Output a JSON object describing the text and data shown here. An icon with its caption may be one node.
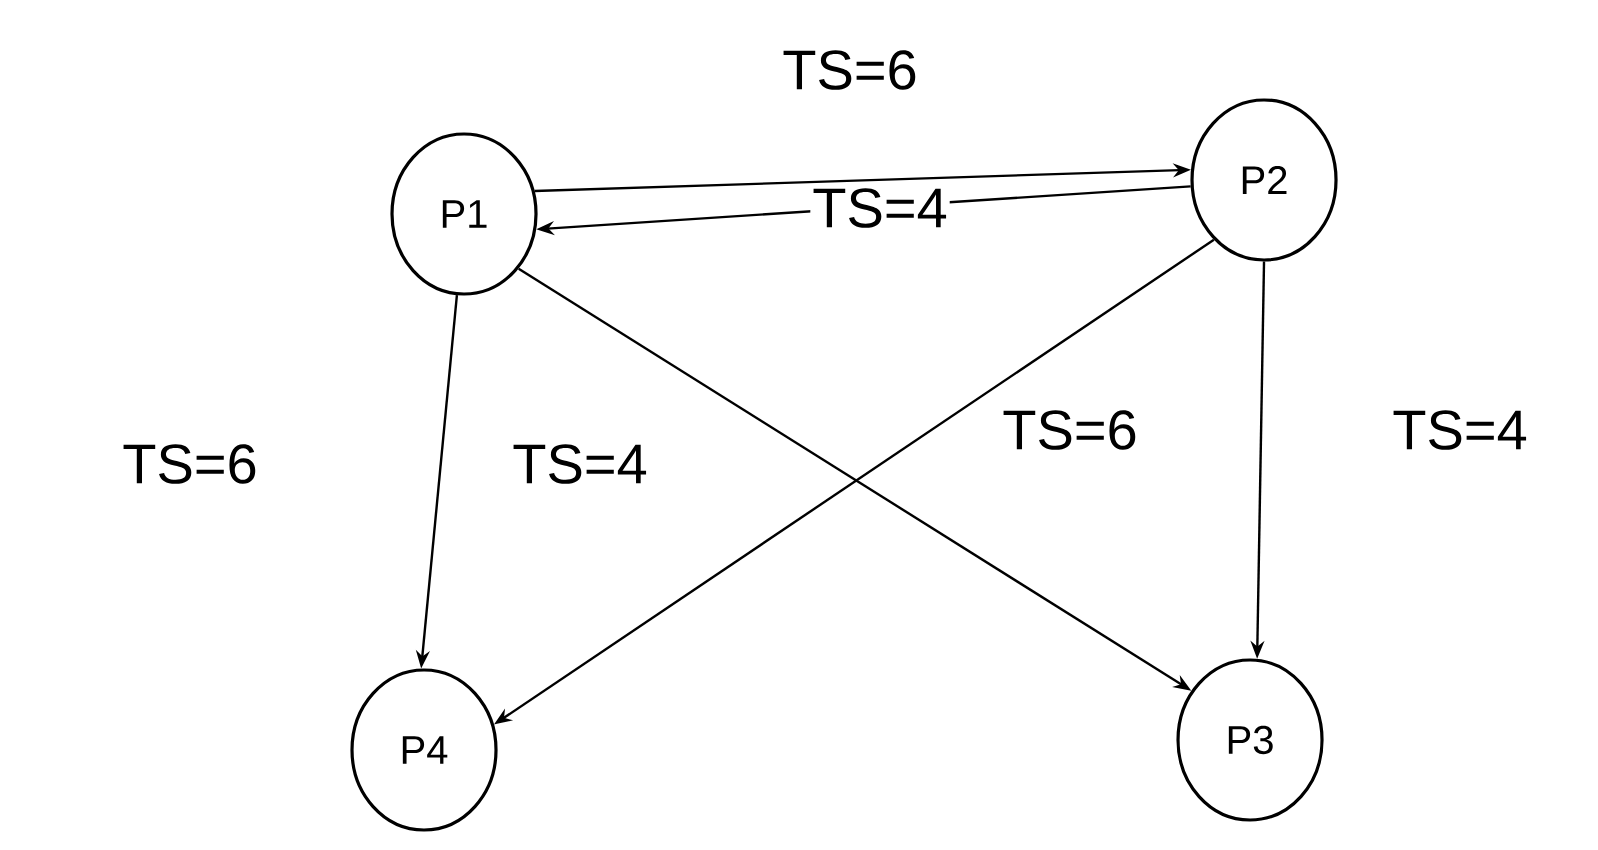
{
  "diagram": {
    "nodes": [
      {
        "text": [
          "P1"
        ]
      },
      {
        "text": [
          "P2"
        ]
      },
      {
        "text": [
          "P4"
        ]
      },
      {
        "text": [
          "P3"
        ]
      }
    ],
    "edges": [
      {
        "from": 0,
        "to": 1,
        "arrow": "to",
        "label": "TS=6"
      },
      {
        "from": 1,
        "to": 0,
        "arrow": "to",
        "label": "TS=4"
      },
      {
        "from": 0,
        "to": 2,
        "arrow": "to",
        "label": "TS=6"
      },
      {
        "from": 0,
        "to": 3,
        "arrow": "to",
        "label": "TS=4"
      },
      {
        "from": 1,
        "to": 2,
        "arrow": "to",
        "label": "TS=6"
      },
      {
        "from": 1,
        "to": 3,
        "arrow": "to",
        "label": "TS=4"
      }
    ]
  }
}
